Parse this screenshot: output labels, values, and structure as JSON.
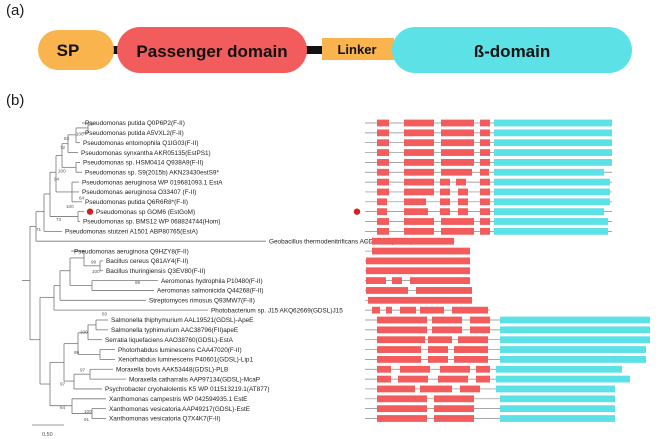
{
  "panel_a": {
    "label": "(a)",
    "domains": [
      {
        "name": "SP",
        "color": "#f9b44e"
      },
      {
        "name": "Passenger domain",
        "color": "#f25c5c"
      },
      {
        "name": "Linker",
        "color": "#f9b44e"
      },
      {
        "name": "ß-domain",
        "color": "#5ce1e6"
      }
    ]
  },
  "panel_b": {
    "label": "(b)",
    "scale_label": "0.50",
    "marker_color": "#d32020",
    "taxa": [
      "Pseudomonas putida Q0P6P2(F-II)",
      "Pseudomonas putida A5VXL2(F-II)",
      "Pseudomonas entomophila Q1IG03(F-II)",
      "Pseudomonas synxantha AKR05135(EstPS1)",
      "Pseudomonas sp. HSM0414 Q938A9(F-II)",
      "Pseudomonas sp. S9(2015b) AKN23430estS9*",
      "Pseudomonas aeruginosa WP 019681093.1 EstA",
      "Pseudomonas aeruginosa O33407 (F-II)",
      "Pseudomonas putida Q6R6R8*(F-II)",
      "Pseudomonas sp GOM6 (EstGoM)",
      "Pseudomonas sp. BMS12 WP 068824744(Hom)",
      "Pseudomonas stutzeri A1501 ABP80765(EstA)",
      "Geobacillus thermodenitrificans ACD02023(GDSL)-EstL5",
      "Pseudomonas aeruginosa Q9HZY8(F-II)",
      "Bacillus cereus Q81AY4(F-II)",
      "Bacillus thuringiensis Q3EV80(F-II)",
      "Aeromonas hydrophila P10480(F-II)",
      "Aeromonas salmonicida Q44268(F-II)",
      "Streptomyces rimosus Q93MW7(F-II)",
      "Photobacterium sp. J15 AKQ62669(GDSL)J15",
      "Salmonella thiphymurium AAL19521(GDSL)-ApeE",
      "Salmonella typhimurium AAC38796(FII)apeE",
      "Serratia liquefaciens AAO38760(GDSL)-EstA",
      "Photorhabdus luminescens CAA47020(F-II)",
      "Xenorhabdus luminescens P40601(GDSL)-Lip1",
      "Moraxella bovis AAK53448(GDSL)-PLB",
      "Moraxella catharralis AAP97134(GDSL)-McaP",
      "Psychrobacter cryohalolentis K5 WP 011513219.1(AT877)",
      "Xanthomonas campestris WP 042594935.1 EstE",
      "Xanthomonas vesicatoria AAP49217(GDSL)-EstE",
      "Xanthomonas vesicatoria Q7X4K7(F-II)"
    ],
    "bootstrap": [
      "99",
      "100",
      "83",
      "72",
      "100",
      "64",
      "100",
      "71",
      "94",
      "73",
      "99",
      "100",
      "99",
      "83",
      "100",
      "99",
      "97",
      "97",
      "64",
      "100",
      "91"
    ]
  }
}
